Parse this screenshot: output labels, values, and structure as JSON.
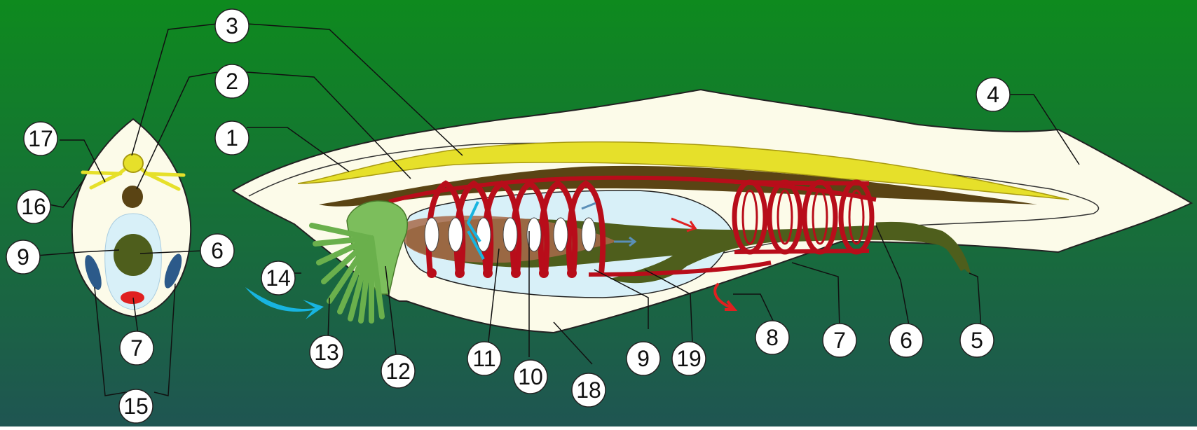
{
  "colors": {
    "background_top": "#0e8a1e",
    "background_bottom": "#1f5552",
    "body_fill": "#fcfbe9",
    "notochord": "#5a4414",
    "nerve_cord": "#e6e02a",
    "blood_vessels": "#b80d1a",
    "gut": "#4e5e1c",
    "pharynx_cavity": "#d8f0f8",
    "atrium_pore": "#e02020",
    "water_flow": "#18b4e0",
    "cirri": "#6ab04c",
    "gonads": "#2c5a8a",
    "label_circle": "#ffffff"
  },
  "labels": [
    {
      "num": "1"
    },
    {
      "num": "2"
    },
    {
      "num": "3"
    },
    {
      "num": "4"
    },
    {
      "num": "5"
    },
    {
      "num": "6"
    },
    {
      "num": "7"
    },
    {
      "num": "8"
    },
    {
      "num": "9"
    },
    {
      "num": "10"
    },
    {
      "num": "11"
    },
    {
      "num": "12"
    },
    {
      "num": "13"
    },
    {
      "num": "14"
    },
    {
      "num": "15"
    },
    {
      "num": "16"
    },
    {
      "num": "17"
    },
    {
      "num": "18"
    },
    {
      "num": "19"
    },
    {
      "num": "9"
    },
    {
      "num": "6"
    },
    {
      "num": "7"
    }
  ]
}
